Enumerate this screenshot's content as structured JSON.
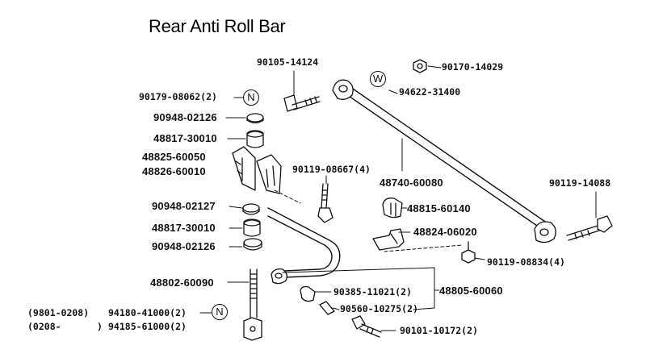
{
  "title": "Rear Anti Roll Bar",
  "callouts": {
    "n": "N",
    "w": "W"
  },
  "parts": [
    {
      "id": "p1",
      "text": "90105-14124"
    },
    {
      "id": "p2",
      "text": "90170-14029"
    },
    {
      "id": "p3",
      "text": "90179-08062(2)"
    },
    {
      "id": "p4",
      "text": "94622-31400"
    },
    {
      "id": "p5",
      "text": "90948-02126"
    },
    {
      "id": "p6",
      "text": "48817-30010"
    },
    {
      "id": "p7",
      "text": "48825-60050"
    },
    {
      "id": "p8",
      "text": "48826-60010"
    },
    {
      "id": "p9",
      "text": "90119-08667(4)"
    },
    {
      "id": "p10",
      "text": "48740-60080"
    },
    {
      "id": "p11",
      "text": "90119-14088"
    },
    {
      "id": "p12",
      "text": "90948-02127"
    },
    {
      "id": "p13",
      "text": "48815-60140"
    },
    {
      "id": "p14",
      "text": "48817-30010"
    },
    {
      "id": "p15",
      "text": "48824-06020"
    },
    {
      "id": "p16",
      "text": "90948-02126"
    },
    {
      "id": "p17",
      "text": "90119-08834(4)"
    },
    {
      "id": "p18",
      "text": "48802-60090"
    },
    {
      "id": "p19",
      "text": "90385-11021(2)"
    },
    {
      "id": "p20",
      "text": "48805-60060"
    },
    {
      "id": "p21",
      "text": "90560-10275(2)"
    },
    {
      "id": "p22",
      "text": "(9801-0208)"
    },
    {
      "id": "p23",
      "text": "94180-41000(2)"
    },
    {
      "id": "p24",
      "text": "(0208-"
    },
    {
      "id": "p25",
      "text": ")"
    },
    {
      "id": "p26",
      "text": "94185-61000(2)"
    },
    {
      "id": "p27",
      "text": "90101-10172(2)"
    }
  ]
}
